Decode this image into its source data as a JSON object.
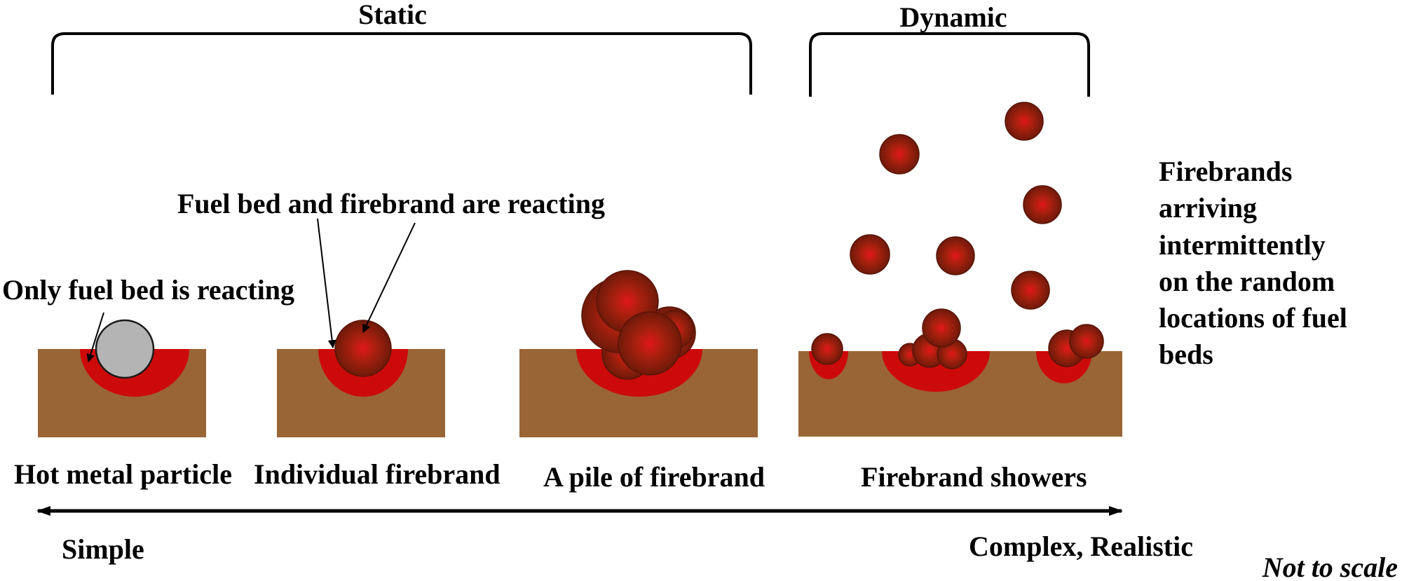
{
  "header": {
    "static_label": "Static",
    "dynamic_label": "Dynamic"
  },
  "annotations": {
    "reacting_both": "Fuel bed and firebrand are reacting",
    "reacting_fuel_only": "Only fuel bed is reacting",
    "side_note_lines": [
      "Firebrands",
      "arriving",
      "intermittently",
      "on the random",
      "locations of fuel",
      "beds"
    ]
  },
  "cases": [
    {
      "label": "Hot metal particle"
    },
    {
      "label": "Individual firebrand"
    },
    {
      "label": "A pile of firebrand"
    },
    {
      "label": "Firebrand showers"
    }
  ],
  "scale": {
    "left_label": "Simple",
    "right_label": "Complex, Realistic",
    "note": "Not to scale"
  },
  "colors": {
    "fuel_bed": "#9a6535",
    "reaction_zone": "#cc0a0a",
    "firebrand_center": "#d81818",
    "firebrand_edge": "#7a1a0c",
    "metal_particle": "#b4b4b4",
    "ink": "#000000"
  }
}
